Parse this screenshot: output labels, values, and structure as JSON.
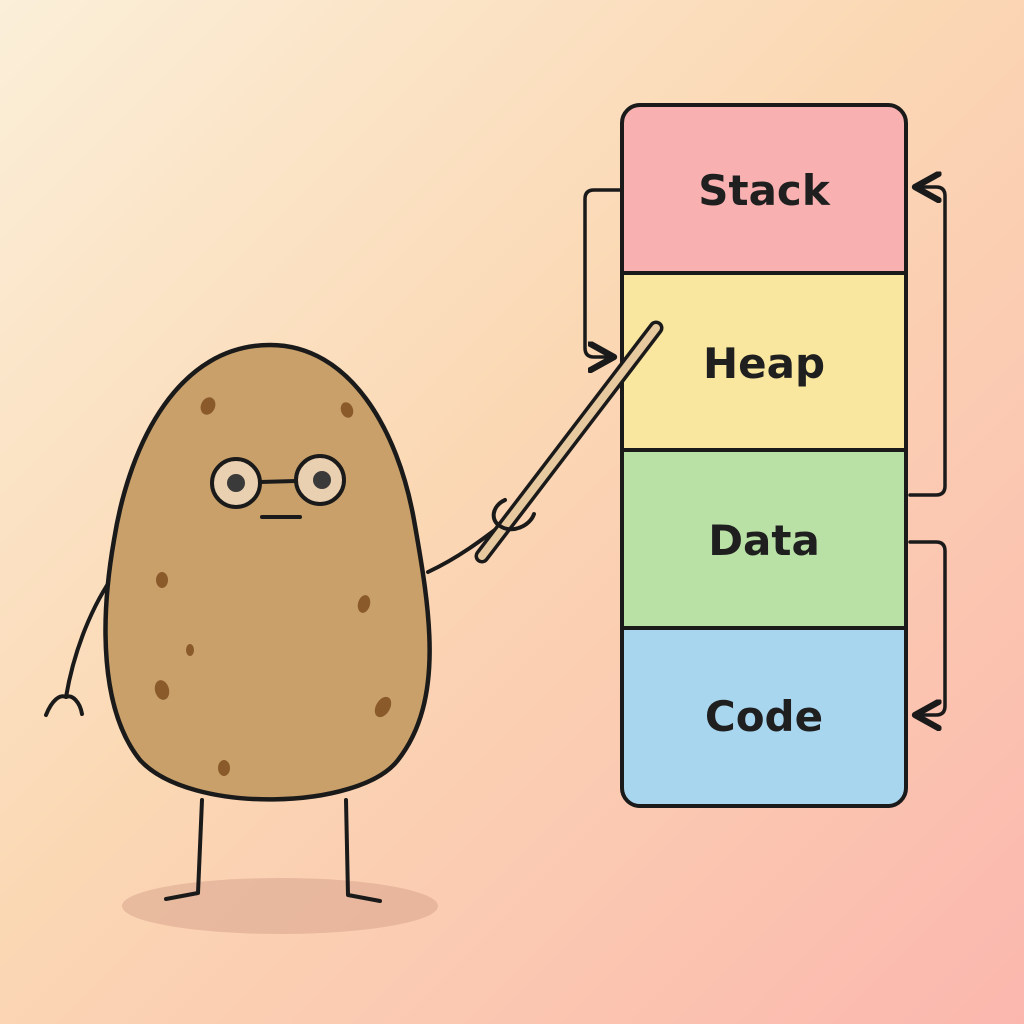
{
  "diagram": {
    "segments": [
      {
        "id": "stack",
        "label": "Stack",
        "color": "#f8b0b0"
      },
      {
        "id": "heap",
        "label": "Heap",
        "color": "#f9e79f"
      },
      {
        "id": "data",
        "label": "Data",
        "color": "#b9e0a5"
      },
      {
        "id": "code",
        "label": "Code",
        "color": "#a8d6ee"
      }
    ],
    "outline_color": "#1a1a1a"
  },
  "character": {
    "body_color": "#c9a06a",
    "spot_color": "#8a5a2b",
    "pointer_color": "#e7c9a0",
    "shadow_color": "#d9a48c"
  }
}
